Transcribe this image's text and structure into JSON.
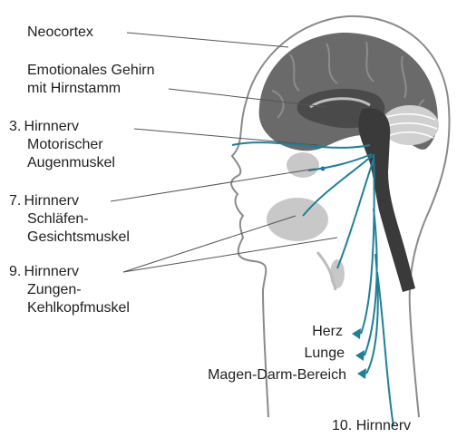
{
  "labels": {
    "neocortex": "Neocortex",
    "emotional_line1": "Emotionales Gehirn",
    "emotional_line2": "mit Hirnstamm",
    "nerve3_line1": "3. Hirnnerv",
    "nerve3_line2": "Motorischer",
    "nerve3_line3": "Augenmuskel",
    "nerve7_line1": "7. Hirnnerv",
    "nerve7_line2": "Schläfen-",
    "nerve7_line3": "Gesichtsmuskel",
    "nerve9_line1": "9. Hirnnerv",
    "nerve9_line2": "Zungen-",
    "nerve9_line3": "Kehlkopfmuskel",
    "herz": "Herz",
    "lunge": "Lunge",
    "magen": "Magen-Darm-Bereich",
    "nerve10": "10. Hirnnerv"
  },
  "colors": {
    "nerve": "#1f7f97",
    "cortex": "#6a6a6a",
    "cortex_light": "#bdbdbd",
    "brainstem": "#3a3a3a",
    "outline": "#8a8a8a",
    "leader": "#555555"
  }
}
